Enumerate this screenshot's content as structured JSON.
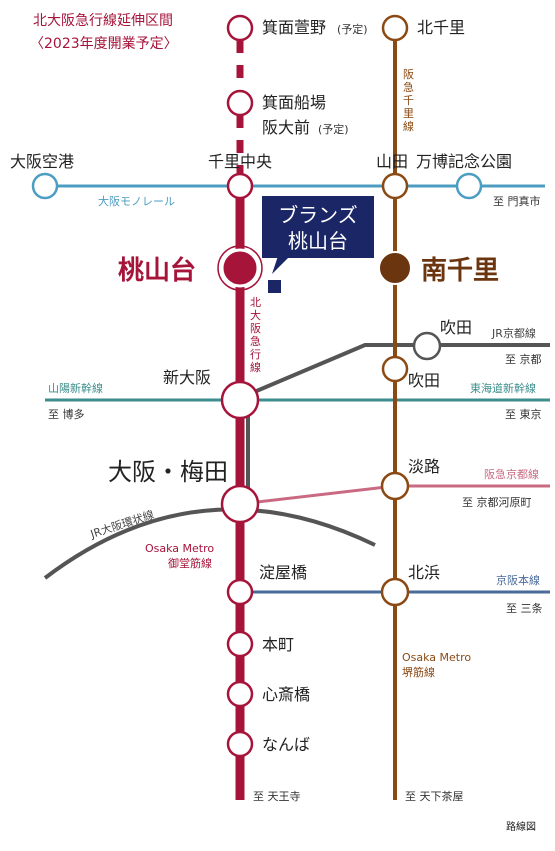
{
  "notice": {
    "line1": "北大阪急行線延伸区間",
    "line2": "〈2023年度開業予定〉"
  },
  "stations": {
    "minoh_kayano": "箕面萱野",
    "minoh_kayano_note": "(予定)",
    "minoh_funaba_1": "箕面船場",
    "minoh_funaba_2": "阪大前",
    "minoh_funaba_note": "(予定)",
    "kitasenri": "北千里",
    "osaka_airport": "大阪空港",
    "senri_chuo": "千里中央",
    "yamada": "山田",
    "banpaku": "万博記念公園",
    "momoyamadai": "桃山台",
    "minamisenri": "南千里",
    "suita_jr": "吹田",
    "suita_hankyu": "吹田",
    "shin_osaka": "新大阪",
    "osaka_umeda": "大阪・梅田",
    "awaji": "淡路",
    "yodoyabashi": "淀屋橋",
    "kitahama": "北浜",
    "honmachi": "本町",
    "shinsaibashi": "心斎橋",
    "namba": "なんば"
  },
  "callout": {
    "line1": "ブランズ",
    "line2": "桃山台"
  },
  "lines": {
    "hankyu_senri_v": [
      "阪",
      "急",
      "千",
      "里",
      "線"
    ],
    "kitakyu_v": [
      "北",
      "大",
      "阪",
      "急",
      "行",
      "線"
    ],
    "monorail": "大阪モノレール",
    "jr_kyoto": "JR京都線",
    "sanyo_shinkansen": "山陽新幹線",
    "tokaido_shinkansen": "東海道新幹線",
    "hankyu_kyoto": "阪急京都線",
    "jr_loop": "JR大阪環状線",
    "metro_midosuji_1": "Osaka Metro",
    "metro_midosuji_2": "御堂筋線",
    "keihan": "京阪本線",
    "metro_sakaisuji_1": "Osaka Metro",
    "metro_sakaisuji_2": "堺筋線"
  },
  "directions": {
    "monorail_east": "至 門真市",
    "jr_kyoto": "至 京都",
    "sanyo": "至 博多",
    "tokaido": "至 東京",
    "hankyu_kyoto": "至 京都河原町",
    "keihan": "至 三条",
    "midosuji_south": "至 天王寺",
    "sakaisuji_south": "至 天下茶屋"
  },
  "caption": "路線図",
  "colors": {
    "midosuji": "#A6143A",
    "sakaisuji": "#8B4A14",
    "monorail": "#4C9DC2",
    "shinkansen": "#3C8E8C",
    "jr": "#555555",
    "hankyu_kyoto": "#C96A82",
    "keihan": "#4A6A9A",
    "callout": "#1A2666"
  }
}
